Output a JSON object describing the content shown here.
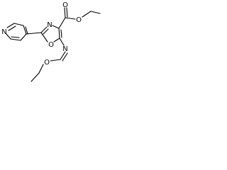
{
  "molecule": {
    "atoms": {
      "carbonyl_oxygen": "O",
      "ester_oxygen": "O",
      "oxazole_nitrogen": "N",
      "oxazole_oxygen": "O",
      "pyridine_nitrogen": "N",
      "imine_nitrogen": "N",
      "ethoxy_oxygen": "O"
    }
  }
}
